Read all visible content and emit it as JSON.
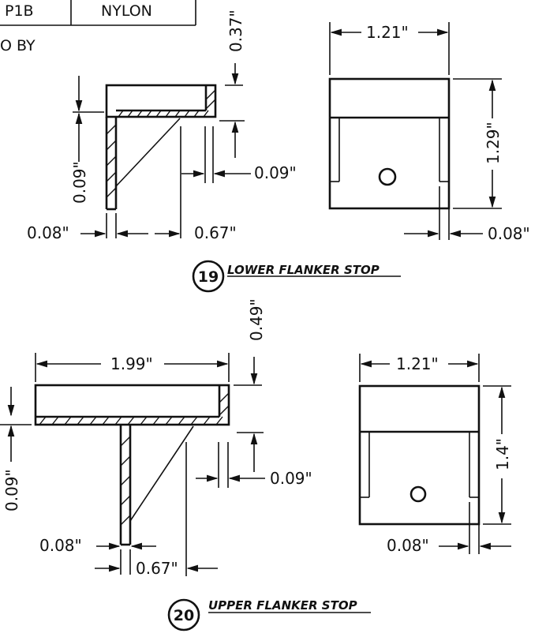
{
  "table": {
    "part_fragment": "P1B",
    "material": "NYLON",
    "note_fragment": "O BY"
  },
  "parts": [
    {
      "number": "19",
      "title": "LOWER FLANKER STOP",
      "side_view": {
        "top_height": "0.37\"",
        "wall": "0.09\"",
        "left_wall": "0.09\"",
        "thickness": "0.08\"",
        "length": "0.67\""
      },
      "front_view": {
        "width": "1.21\"",
        "height": "1.29\"",
        "wall": "0.08\""
      }
    },
    {
      "number": "20",
      "title": "UPPER FLANKER STOP",
      "side_view": {
        "top_width": "1.99\"",
        "top_height": "0.49\"",
        "wall": "0.09\"",
        "left_wall": "0.09\"",
        "thickness": "0.08\"",
        "length": "0.67\""
      },
      "front_view": {
        "width": "1.21\"",
        "height": "1.4\"",
        "wall": "0.08\""
      }
    }
  ]
}
